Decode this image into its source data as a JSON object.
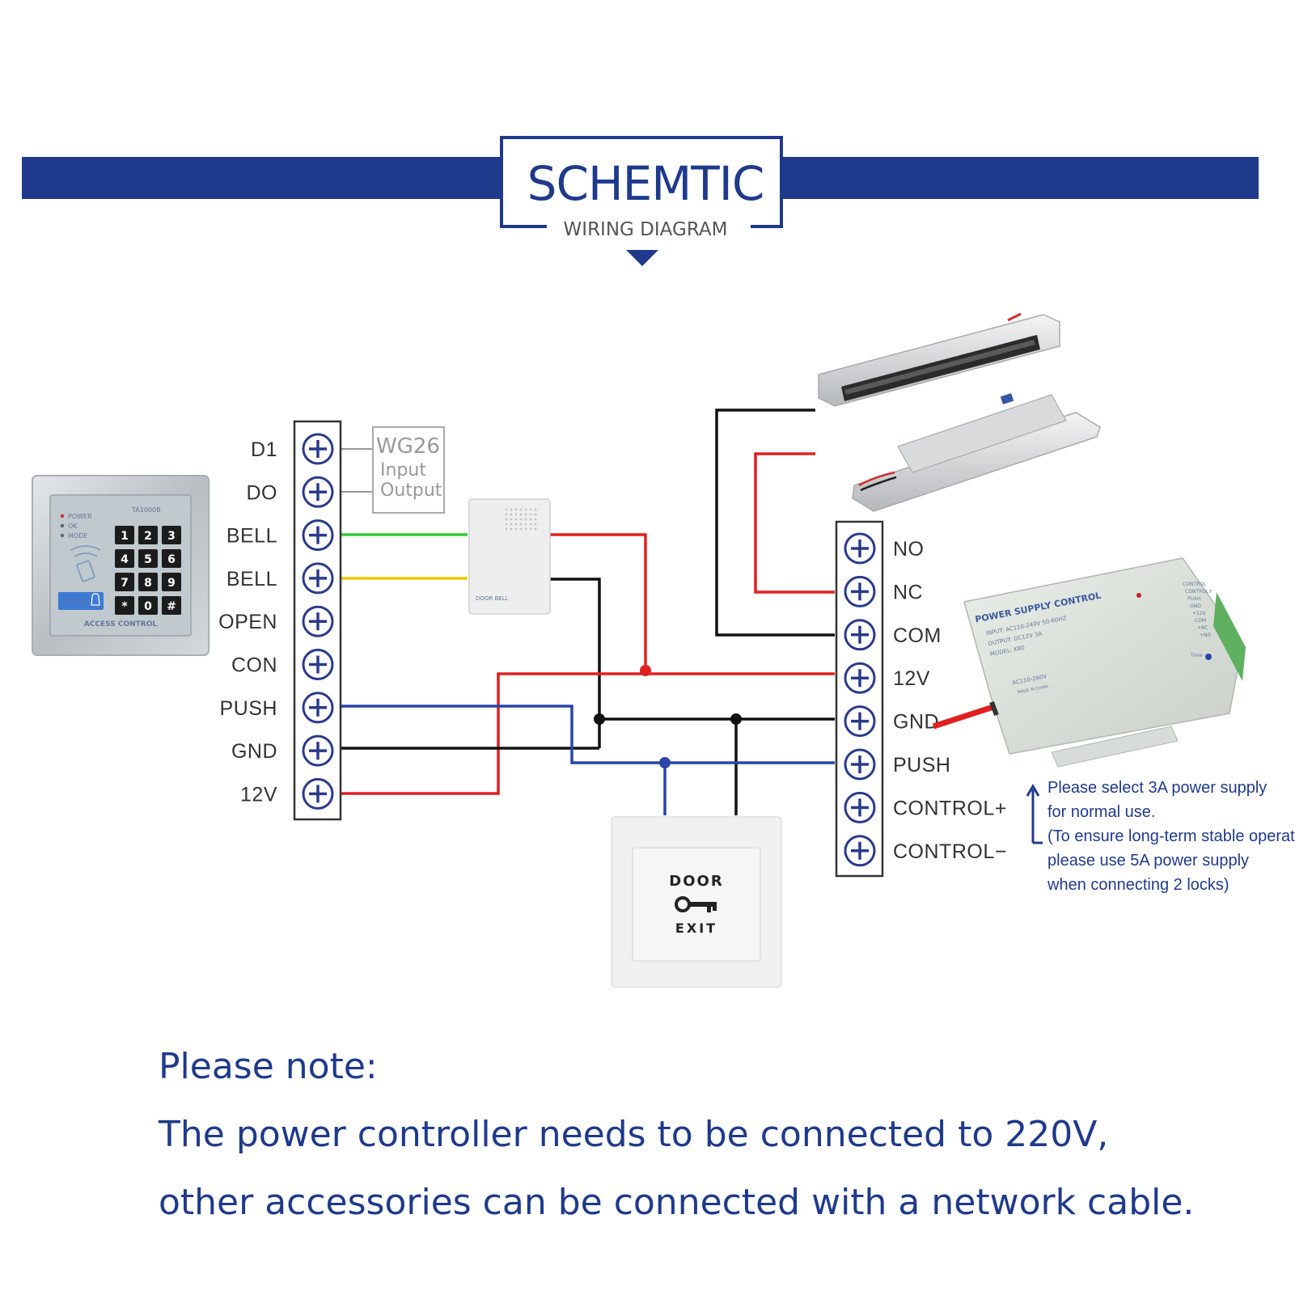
{
  "header": {
    "title": "SCHEMTIC",
    "subtitle": "WIRING DIAGRAM"
  },
  "colors": {
    "brand_blue": "#1f3a8c",
    "wire_red": "#e02020",
    "wire_black": "#111111",
    "wire_blue": "#2a44a8",
    "wire_green": "#33cc33",
    "wire_yellow": "#e8c800"
  },
  "keypad": {
    "model": "TA1000B",
    "status_labels": [
      "POWER",
      "OK",
      "MODE"
    ],
    "keys": [
      "1",
      "2",
      "3",
      "4",
      "5",
      "6",
      "7",
      "8",
      "9",
      "*",
      "0",
      "#"
    ],
    "doorbell_label": "DOOR BELL",
    "caption": "ACCESS CONTROL"
  },
  "left_terminals": [
    "D1",
    "DO",
    "BELL",
    "BELL",
    "OPEN",
    "CON",
    "PUSH",
    "GND",
    "12V"
  ],
  "wg26": {
    "title": "WG26",
    "line1": "Input",
    "line2": "Output"
  },
  "doorbell": {
    "label": "DOOR BELL"
  },
  "exit_button": {
    "top": "DOOR",
    "bottom": "EXIT"
  },
  "right_terminals": [
    "NO",
    "NC",
    "COM",
    "12V",
    "GND",
    "PUSH",
    "CONTROL+",
    "CONTROL−"
  ],
  "power_supply": {
    "title": "POWER SUPPLY CONTROL",
    "spec_lines": [
      "INPUT: AC110-240V 50-60HZ",
      "OUTPUT: DC12V 3A",
      "MODEL: K80"
    ],
    "side_labels": [
      "CONTROL",
      "CONTROL+",
      "PUSH",
      "GND",
      "+12V",
      "COM",
      "+NC",
      "+NO"
    ],
    "model_text": "AC110-260V",
    "origin": "MADE IN CHINA",
    "time_label": "Time"
  },
  "power_note": [
    "Please select 3A power supply",
    "for normal use.",
    "(To ensure long-term stable operation,",
    "please use 5A power supply",
    "when connecting 2 locks)"
  ],
  "bottom_note": {
    "heading": "Please note:",
    "line1": "The power controller needs to be connected to 220V,",
    "line2": "other accessories can be connected with a network cable."
  }
}
